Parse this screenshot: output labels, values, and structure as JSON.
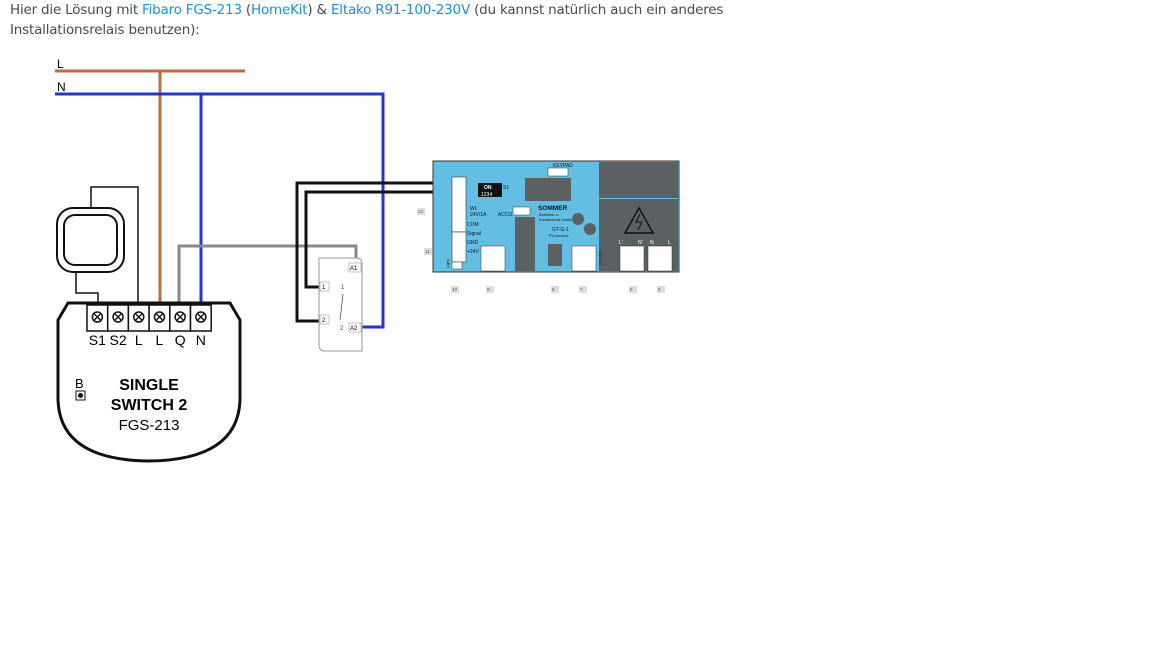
{
  "intro": {
    "t1": "Hier die Lösung mit ",
    "link_fibaro": "Fibaro FGS-213",
    "t2": " (",
    "link_homekit": "HomeKit",
    "t3": ") & ",
    "link_eltako": "Eltako R91-100-230V",
    "t4": " (du kannst natürlich auch ein anderes Installationsrelais benutzen):"
  },
  "diagram": {
    "line_l": "L",
    "line_n": "N",
    "module": {
      "terminals": [
        "S1",
        "S2",
        "L",
        "L",
        "Q",
        "N"
      ],
      "button_label": "B",
      "title1": "SINGLE",
      "title2": "SWITCH 2",
      "model": "FGS-213"
    },
    "relay": {
      "a1": "A1",
      "a2": "A2",
      "t1": "1",
      "t2": "2",
      "c1": "1",
      "c2": "2"
    },
    "board": {
      "keypad": "KEYPAD",
      "dip_on": "ON",
      "dip_nums": "1234",
      "s1": "S1",
      "wl": "WL",
      "wl2": "24V/1A",
      "accu": "ACCU",
      "brand": "SOMMER",
      "brand_sub1": "Antriebs- u.",
      "brand_sub2": "Funktechnik GmbH",
      "model": "GT-G-1",
      "pc": "PCxxxxxxx",
      "com": "COM",
      "signal": "Signal",
      "gnd": "GND",
      "v24": "+24V",
      "light": "Light",
      "lp": "L'",
      "np": "N'",
      "n": "N",
      "l": "L",
      "vac": "~24 V AC",
      "numbers": [
        "12",
        "11",
        "10",
        "9",
        "8",
        "7",
        "6",
        "5"
      ]
    },
    "colors": {
      "live": "#b5703f",
      "neutral": "#2634d4",
      "board": "#62bfe3",
      "signal": "#888888"
    }
  }
}
